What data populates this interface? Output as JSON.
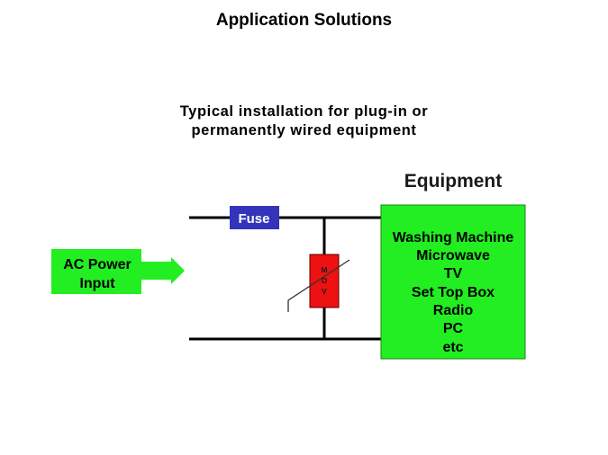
{
  "header": {
    "title": "Application Solutions",
    "subtitle_lines": [
      "Typical installation for plug-in or",
      "permanently wired equipment"
    ]
  },
  "diagram": {
    "ac_power": {
      "lines": [
        "AC Power",
        "Input"
      ]
    },
    "fuse": {
      "label": "Fuse"
    },
    "mov": {
      "letters": [
        "M",
        "O",
        "V"
      ]
    },
    "equipment": {
      "heading": "Equipment",
      "items": [
        "Washing Machine",
        "Microwave",
        "TV",
        "Set Top Box",
        "Radio",
        "PC",
        "etc"
      ]
    }
  },
  "colors": {
    "green": "#22ee22",
    "fuse_blue": "#3333bb",
    "mov_red": "#ee1111",
    "wire": "#000000"
  }
}
